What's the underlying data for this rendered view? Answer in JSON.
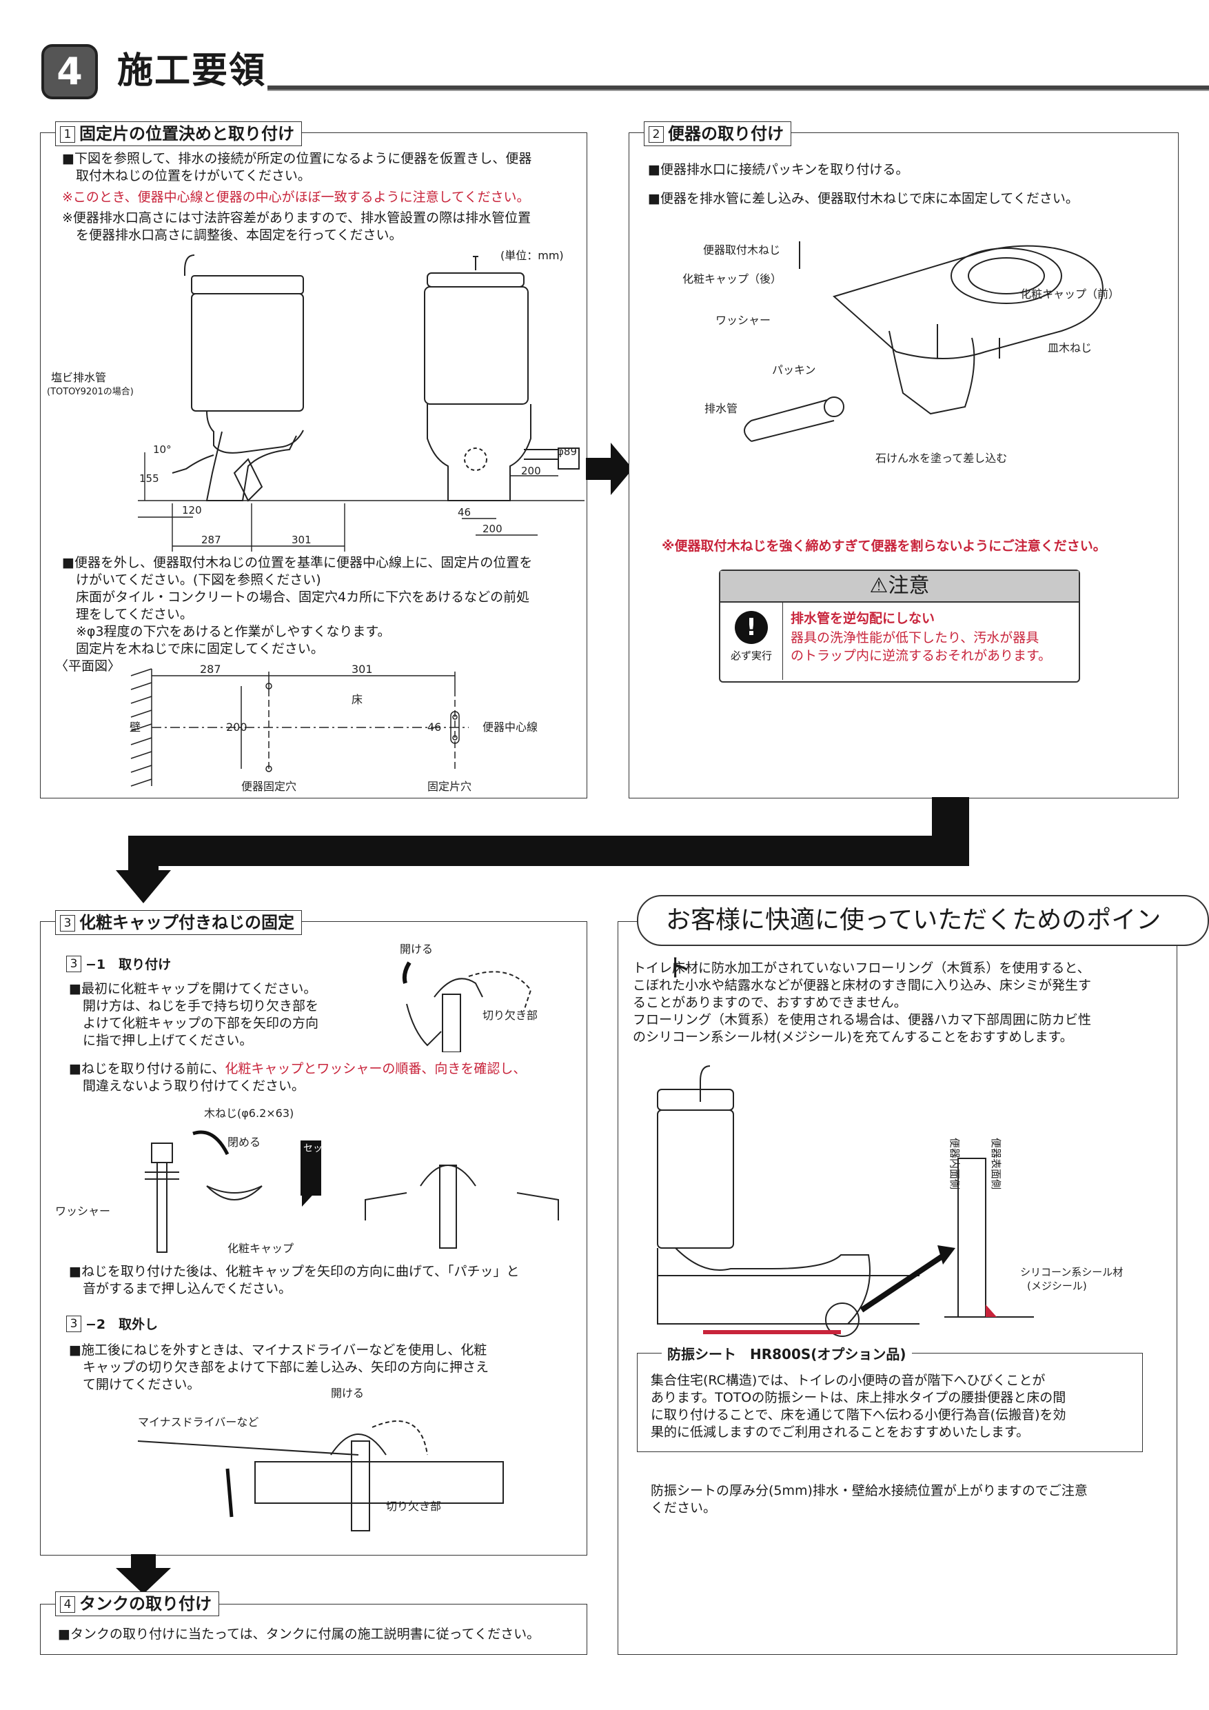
{
  "header": {
    "number": "4",
    "title": "施工要領"
  },
  "s1": {
    "num": "1",
    "title": "固定片の位置決めと取り付け",
    "p1": "■下図を参照して、排水の接続が所定の位置になるように便器を仮置きし、便器",
    "p1b": "取付木ねじの位置をけがいてください。",
    "p2": "※このとき、便器中心線と便器の中心がほぼ一致するように注意してください。",
    "p3": "※便器排水口高さには寸法許容差がありますので、排水管設置の際は排水管位置",
    "p3b": "を便器排水口高さに調整後、本固定を行ってください。",
    "unit": "(単位：mm)",
    "pipe_label": "塩ビ排水管",
    "pipe_sub": "(TOTOY9201の場合)",
    "dims": {
      "d10": "10°",
      "d155": "155",
      "d120": "120",
      "d287": "287",
      "d301": "301",
      "d200a": "200",
      "d200b": "200",
      "d46": "46",
      "d89": "φ89"
    },
    "p4": "■便器を外し、便器取付木ねじの位置を基準に便器中心線上に、固定片の位置を",
    "p4b": "けがいてください。(下図を参照ください)",
    "p5": "床面がタイル・コンクリートの場合、固定穴4カ所に下穴をあけるなどの前処",
    "p5b": "理をしてください。",
    "p6": "※φ3程度の下穴をあけると作業がしやすくなります。",
    "p7": "固定片を木ねじで床に固定してください。",
    "plan_label": "〈平面図〉",
    "plan": {
      "wall": "壁",
      "floor": "床",
      "w287": "287",
      "w301": "301",
      "w200": "200",
      "w46": "46",
      "center": "便器中心線",
      "hole": "便器固定穴",
      "piece": "固定片穴"
    }
  },
  "s2": {
    "num": "2",
    "title": "便器の取り付け",
    "p1": "■便器排水口に接続パッキンを取り付ける。",
    "p2": "■便器を排水管に差し込み、便器取付木ねじで床に本固定してください。",
    "labels": {
      "screw": "便器取付木ねじ",
      "cap_back": "化粧キャップ（後）",
      "washer": "ワッシャー",
      "packing": "パッキン",
      "pipe": "排水管",
      "cap_front": "化粧キャップ（前）",
      "dish": "皿木ねじ",
      "soap": "石けん水を塗って差し込む"
    },
    "warning": "※便器取付木ねじを強く締めすぎて便器を割らないようにご注意ください。",
    "caution_title": "注意",
    "caution_head": "排水管を逆勾配にしない",
    "caution_body1": "器具の洗浄性能が低下したり、汚水が器具",
    "caution_body2": "のトラップ内に逆流するおそれがあります。",
    "must": "必ず実行"
  },
  "s3": {
    "num": "3",
    "title": "化粧キャップ付きねじの固定",
    "sub1_num": "3",
    "sub1": "−1　取り付け",
    "a1": "■最初に化粧キャップを開けてください。",
    "a2": "開け方は、ねじを手で持ち切り欠き部を",
    "a3": "よけて化粧キャップの下部を矢印の方向",
    "a4": "に指で押し上げてください。",
    "open": "開ける",
    "notch": "切り欠き部",
    "b1a": "■ねじを取り付ける前に、",
    "b1r": "化粧キャップとワッシャーの順番、向きを確認し、",
    "b2": "間違えないよう取り付けてください。",
    "screw": "木ねじ(φ6.2×63)",
    "close": "閉める",
    "washer": "ワッシャー",
    "cap": "化粧キャップ",
    "after": "セット後",
    "c1": "■ねじを取り付けた後は、化粧キャップを矢印の方向に曲げて、「パチッ」と",
    "c2": "音がするまで押し込んでください。",
    "sub2_num": "3",
    "sub2": "−2　取外し",
    "d1": "■施工後にねじを外すときは、マイナスドライバーなどを使用し、化粧",
    "d2": "キャップの切り欠き部をよけて下部に差し込み、矢印の方向に押さえ",
    "d3": "て開けてください。",
    "driver": "マイナスドライバーなど",
    "open2": "開ける",
    "notch2": "切り欠き部"
  },
  "s4": {
    "num": "4",
    "title": "タンクの取り付け",
    "p1": "■タンクの取り付けに当たっては、タンクに付属の施工説明書に従ってください。"
  },
  "tips": {
    "title": "お客様に快適に使っていただくためのポイント",
    "t1": "トイレ床材に防水加工がされていないフローリング（木質系）を使用すると、",
    "t2": "こぼれた小水や結露水などが便器と床材のすき間に入り込み、床シミが発生す",
    "t3": "ることがありますので、おすすめできません。",
    "t4": "フローリング（木質系）を使用される場合は、便器ハカマ下部周囲に防カビ性",
    "t5": "のシリコーン系シール材(メジシール)を充てんすることをおすすめします。",
    "inner": "便器内面側",
    "outer": "便器表面側",
    "seal1": "シリコーン系シール材",
    "seal2": "(メジシール)",
    "sheet_title": "防振シート　HR800S(オプション品)",
    "s1": "集合住宅(RC構造)では、トイレの小便時の音が階下へひびくことが",
    "s2": "あります。TOTOの防振シートは、床上排水タイプの腰掛便器と床の間",
    "s3": "に取り付けることで、床を通じて階下へ伝わる小便行為音(伝搬音)を効",
    "s4": "果的に低減しますのでご利用されることをおすすめいたします。",
    "n1": "防振シートの厚み分(5mm)排水・壁給水接続位置が上がりますのでご注意",
    "n2": "ください。"
  },
  "colors": {
    "red": "#c8243b",
    "dark": "#1a1a1a",
    "gray": "#bdbdbd"
  }
}
